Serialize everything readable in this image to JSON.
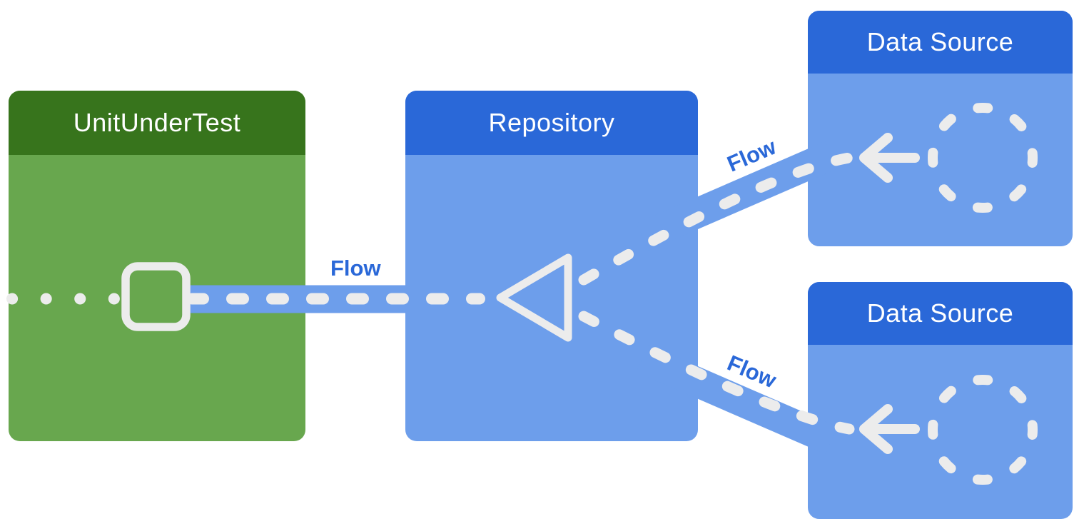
{
  "colors": {
    "header_green": "#37741c",
    "body_green": "#68a74e",
    "header_blue": "#2a68d8",
    "body_blue": "#6d9eeb",
    "band_blue": "#6d9eeb",
    "dash_white": "#ececec",
    "title_white": "#ffffff",
    "flow_label_blue": "#2a68d8",
    "background": "#ffffff"
  },
  "diagram": {
    "nodes": [
      {
        "id": "unit-under-test",
        "title": "UnitUnderTest"
      },
      {
        "id": "repository",
        "title": "Repository"
      },
      {
        "id": "data-source-top",
        "title": "Data Source"
      },
      {
        "id": "data-source-bottom",
        "title": "Data Source"
      }
    ],
    "flows": [
      {
        "from": "repository",
        "to": "unit-under-test",
        "label": "Flow"
      },
      {
        "from": "data-source-top",
        "to": "repository",
        "label": "Flow"
      },
      {
        "from": "data-source-bottom",
        "to": "repository",
        "label": "Flow"
      }
    ],
    "icons": [
      "flow-collector-square-icon",
      "flow-collect-triangle-icon",
      "flow-producer-circle-icon",
      "flow-emit-arrow-icon"
    ]
  }
}
